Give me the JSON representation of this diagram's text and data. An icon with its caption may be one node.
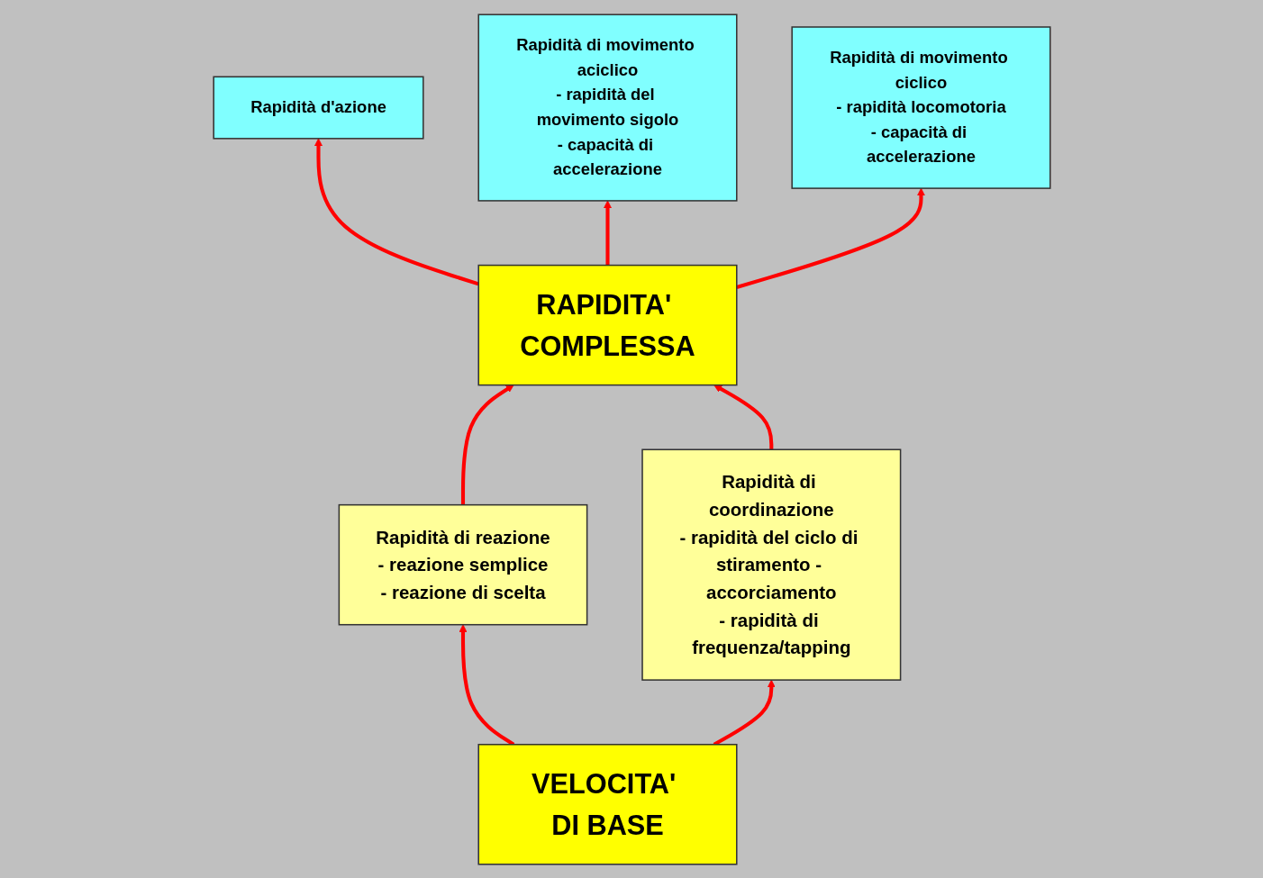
{
  "diagram": {
    "nodes": [
      {
        "text": [
          "Rapidità d'azione"
        ]
      },
      {
        "text": [
          "Rapidità di movimento aciclico",
          "- rapidità del movimento sigolo",
          "- capacità di accelerazione"
        ]
      },
      {
        "text": [
          "Rapidità di movimento ciclico",
          "- rapidità locomotoria",
          "- capacità di accelerazione"
        ]
      },
      {
        "text": [
          "RAPIDITA' COMPLESSA"
        ]
      },
      {
        "text": [
          "Rapidità di reazione",
          "- reazione semplice",
          "- reazione di scelta"
        ]
      },
      {
        "text": [
          "Rapidità di coordinazione",
          "- rapidità del ciclo di stiramento - accorciamento",
          "- rapidità di frequenza/tapping"
        ]
      },
      {
        "text": [
          "VELOCITA' DI BASE"
        ]
      }
    ],
    "edges": [
      {
        "from": 3,
        "to": 0,
        "arrow": "to"
      },
      {
        "from": 3,
        "to": 1,
        "arrow": "to"
      },
      {
        "from": 3,
        "to": 2,
        "arrow": "to"
      },
      {
        "from": 4,
        "to": 3,
        "arrow": "to"
      },
      {
        "from": 5,
        "to": 3,
        "arrow": "to"
      },
      {
        "from": 6,
        "to": 4,
        "arrow": "to"
      },
      {
        "from": 6,
        "to": 5,
        "arrow": "to"
      }
    ]
  }
}
